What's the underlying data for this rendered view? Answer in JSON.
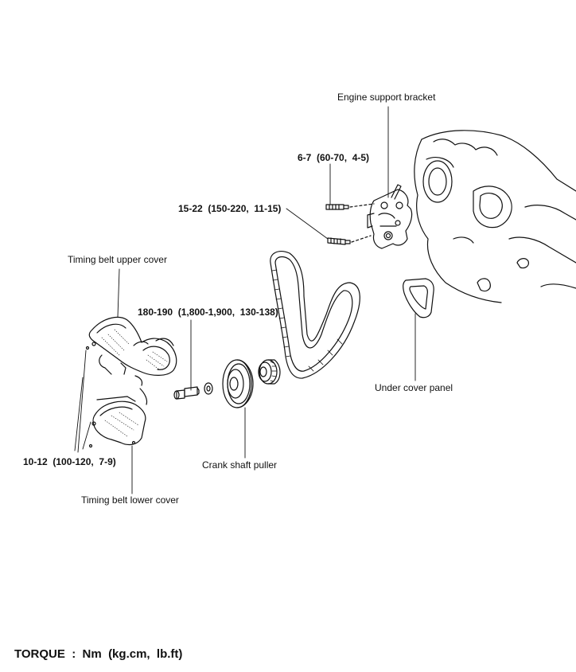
{
  "labels": {
    "engine_support_bracket": "Engine support bracket",
    "timing_belt_upper_cover": "Timing belt upper cover",
    "timing_belt_lower_cover": "Timing belt lower cover",
    "crank_shaft_puller": "Crank shaft puller",
    "under_cover_panel": "Under cover panel"
  },
  "torques": {
    "bracket_bolt_small": "6-7  (60-70,  4-5)",
    "bracket_bolt_large": "15-22  (150-220,  11-15)",
    "crank_bolt": "180-190  (1,800-1,900,  130-138)",
    "cover_bolts": "10-12  (100-120,  7-9)"
  },
  "legend": {
    "torque_units": "TORQUE  :  Nm  (kg.cm,  lb.ft)"
  },
  "colors": {
    "ink": "#111111",
    "background": "#ffffff"
  }
}
